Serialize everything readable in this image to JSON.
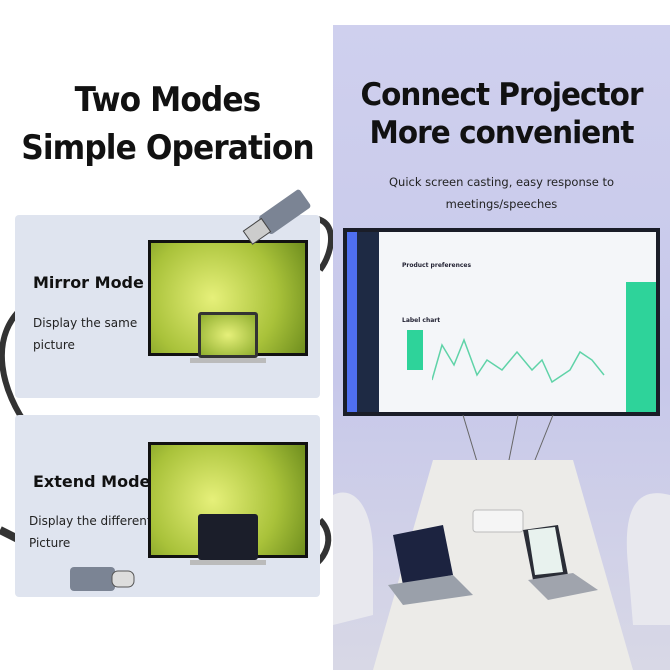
{
  "left": {
    "title_line1": "Two Modes",
    "title_line2": "Simple Operation",
    "mirror": {
      "title": "Mirror Mode",
      "desc_line1": "Display the same",
      "desc_line2": "picture"
    },
    "extend": {
      "title": "Extend Mode",
      "desc_line1": "Display the different",
      "desc_line2": "Picture"
    }
  },
  "right": {
    "title_line1": "Connect Projector",
    "title_line2": "More convenient",
    "subtitle_line1": "Quick screen casting, easy response to",
    "subtitle_line2": "meetings/speeches",
    "screen": {
      "section1": "Product preferences",
      "section2": "Label chart"
    }
  },
  "colors": {
    "panel": "#dfe4ef",
    "right_bg": "#c9c9eb",
    "accent_green": "#2ed39a",
    "accent_blue": "#4f6ff0"
  }
}
